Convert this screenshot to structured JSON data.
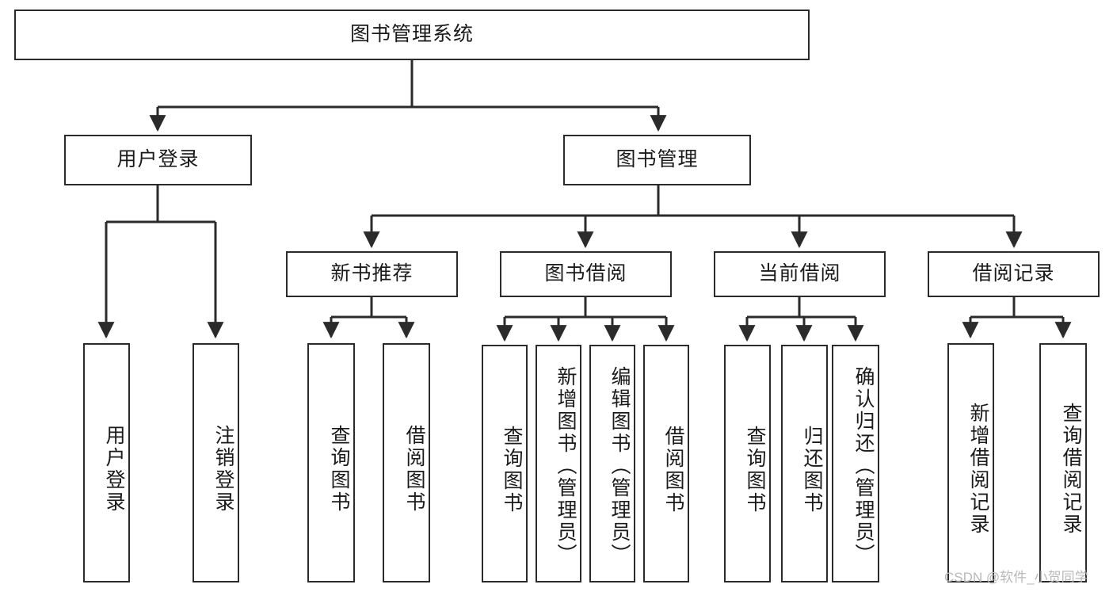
{
  "diagram": {
    "title": "图书管理系统",
    "type": "hierarchy-tree",
    "watermark": "CSDN @软件_小贺同学",
    "colors": {
      "box_border": "#2b2b2b",
      "box_fill": "#ffffff",
      "edge": "#2b2b2b",
      "text": "#1a1a1a",
      "watermark": "#b9b9b9",
      "background": "#ffffff"
    }
  },
  "nodes": {
    "root": {
      "label": "图书管理系统"
    },
    "level2": [
      {
        "id": "user-login",
        "label": "用户登录"
      },
      {
        "id": "book-manage",
        "label": "图书管理"
      }
    ],
    "level3": [
      {
        "id": "new-book-recommend",
        "label": "新书推荐"
      },
      {
        "id": "book-borrow",
        "label": "图书借阅"
      },
      {
        "id": "current-borrow",
        "label": "当前借阅"
      },
      {
        "id": "borrow-record",
        "label": "借阅记录"
      }
    ],
    "leaves": {
      "user-login": [
        {
          "id": "leaf-user-login",
          "label": "用户登录"
        },
        {
          "id": "leaf-logout-login",
          "label": "注销登录"
        }
      ],
      "new-book-recommend": [
        {
          "id": "leaf-query-book-1",
          "label": "查询图书"
        },
        {
          "id": "leaf-borrow-book-1",
          "label": "借阅图书"
        }
      ],
      "book-borrow": [
        {
          "id": "leaf-query-book-2",
          "label": "查询图书"
        },
        {
          "id": "leaf-add-book-admin",
          "label": "新增图书（管理员）"
        },
        {
          "id": "leaf-edit-book-admin",
          "label": "编辑图书（管理员）"
        },
        {
          "id": "leaf-borrow-book-2",
          "label": "借阅图书"
        }
      ],
      "current-borrow": [
        {
          "id": "leaf-query-book-3",
          "label": "查询图书"
        },
        {
          "id": "leaf-return-book",
          "label": "归还图书"
        },
        {
          "id": "leaf-confirm-return-admin",
          "label": "确认归还（管理员）"
        }
      ],
      "borrow-record": [
        {
          "id": "leaf-add-borrow-record",
          "label": "新增借阅记录"
        },
        {
          "id": "leaf-query-borrow-record",
          "label": "查询借阅记录"
        }
      ]
    }
  }
}
